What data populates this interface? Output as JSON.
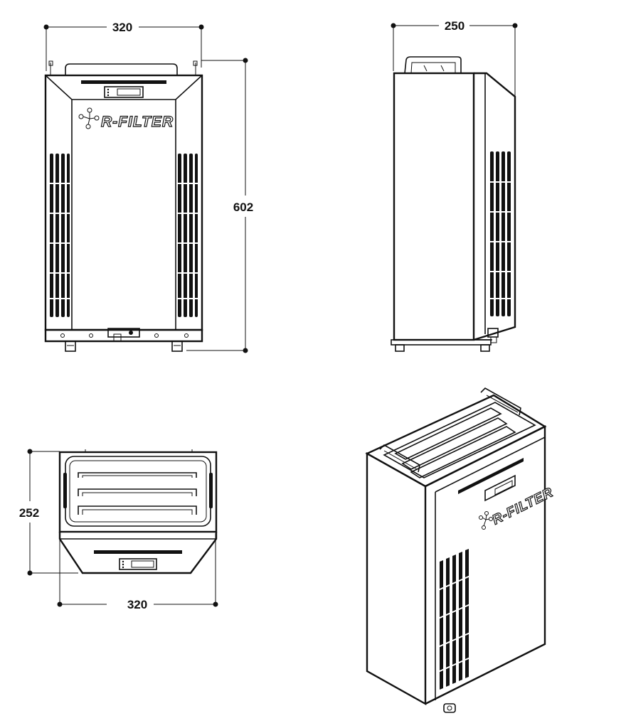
{
  "brand": "R-FILTER",
  "dimensions": {
    "front_width": "320",
    "front_height": "602",
    "side_depth": "250",
    "top_depth": "252",
    "top_width": "320"
  }
}
